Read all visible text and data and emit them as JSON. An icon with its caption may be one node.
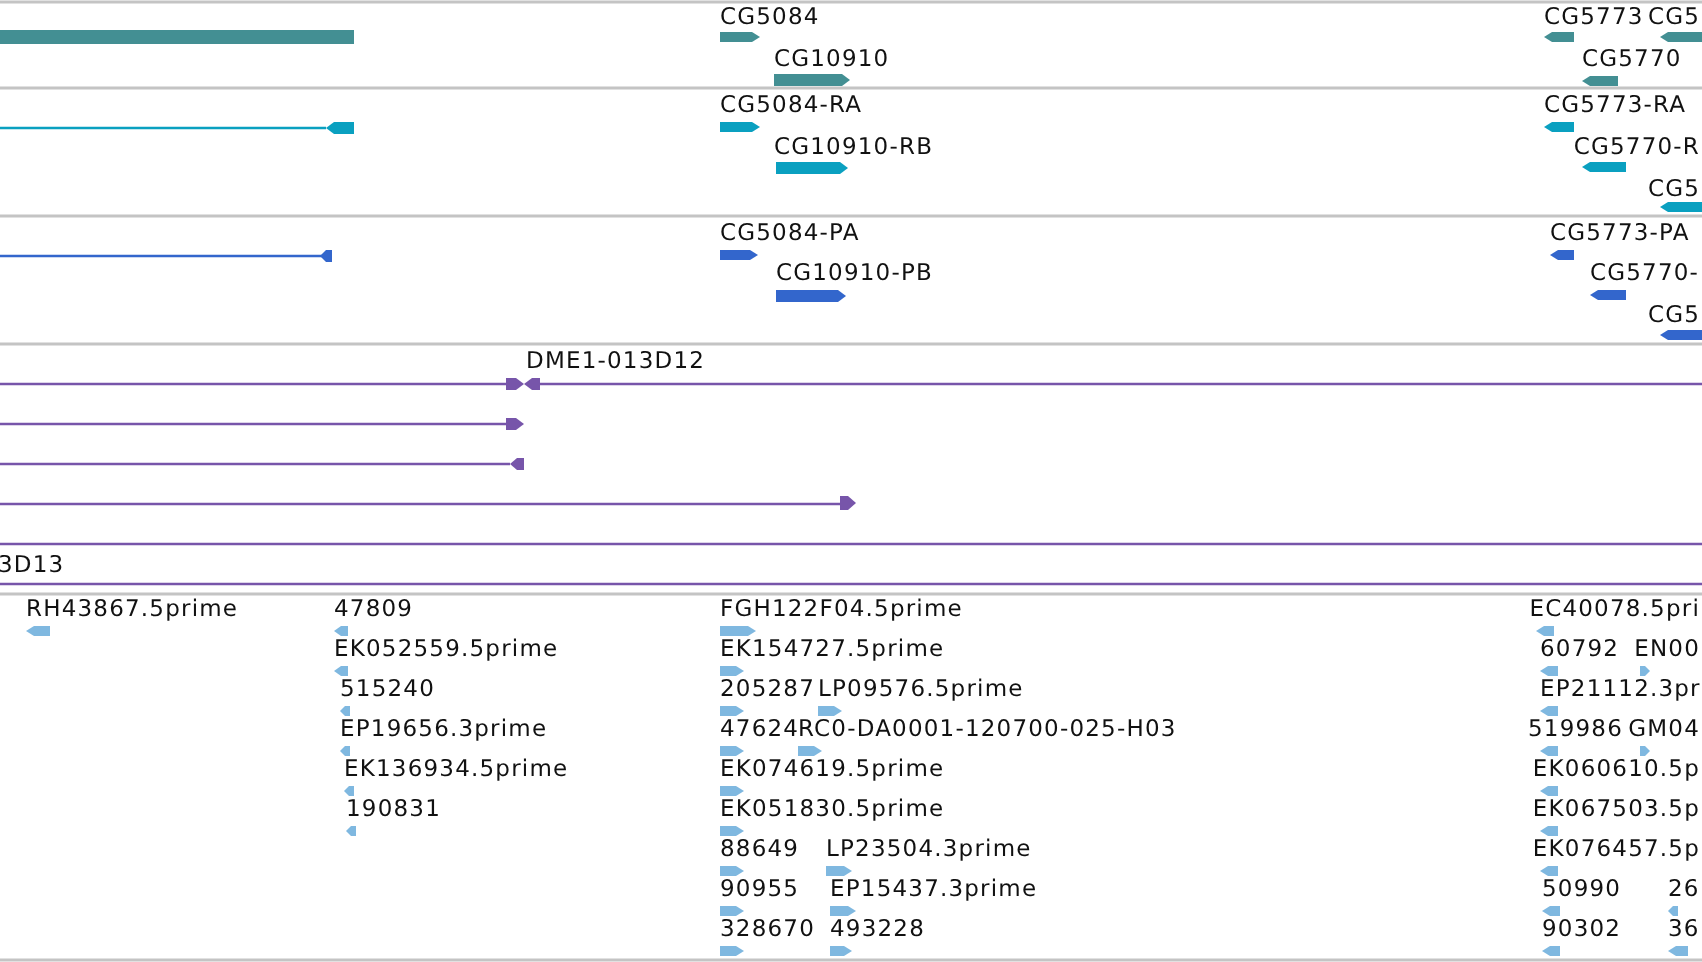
{
  "diagram": {
    "labels": [
      "CG5084",
      "CG5773",
      "CG5",
      "CG10910",
      "CG5770",
      "CG5084-RA",
      "CG5773-RA",
      "CG10910-RB",
      "CG5770-R",
      "CG5",
      "CG5084-PA",
      "CG5773-PA",
      "CG10910-PB",
      "CG5770-",
      "CG5",
      "DME1-013D12",
      "3D13",
      "RH43867.5prime",
      "47809",
      "FGH122F04.5prime",
      "EC40078.5pri",
      "EK052559.5prime",
      "EK154727.5prime",
      "60792",
      "EN00",
      "515240",
      "205287",
      "LP09576.5prime",
      "EP21112.3pri",
      "EP19656.3prime",
      "47624",
      "RC0-DA0001-120700-025-H03",
      "519986",
      "GM04",
      "EK136934.5prime",
      "EK074619.5prime",
      "EK060610.5p",
      "190831",
      "EK051830.5prime",
      "EK067503.5p",
      "88649",
      "LP23504.3prime",
      "EK076457.5p",
      "90955",
      "EP15437.3prime",
      "50990",
      "26",
      "328670",
      "493228",
      "90302",
      "36"
    ]
  }
}
